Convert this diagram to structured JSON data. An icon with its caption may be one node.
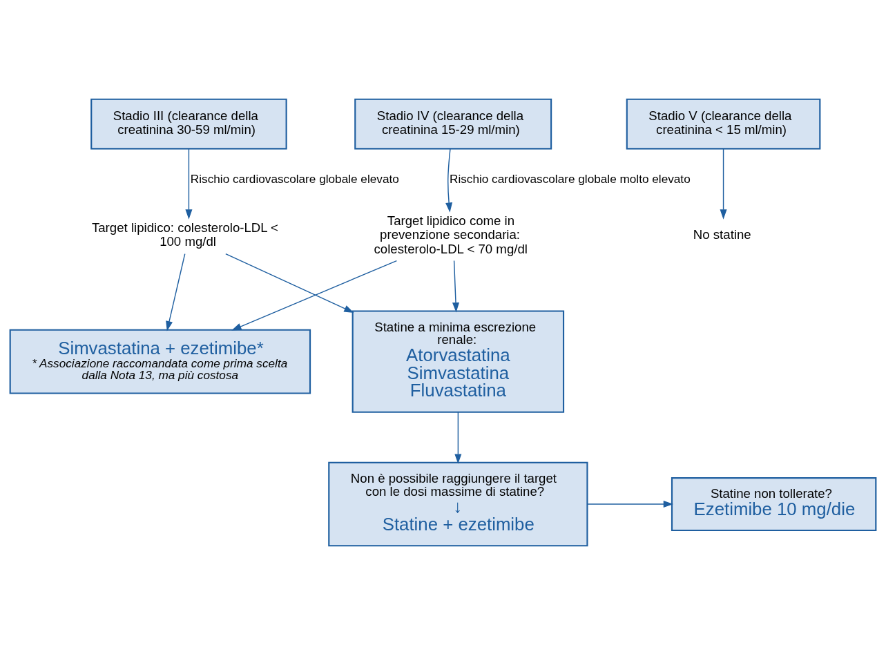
{
  "diagram": {
    "nodes": [
      {
        "text": [
          "Stadio III (clearance della creatinina 30-59 ml/min)"
        ]
      },
      {
        "text": [
          "Stadio IV (clearance della creatinina 15-29 ml/min)"
        ]
      },
      {
        "text": [
          "Stadio V (clearance della creatinina < 15 ml/min)"
        ]
      },
      {
        "text": [
          "Target lipidico: colesterolo-LDL < 100 mg/dl"
        ]
      },
      {
        "text": [
          "Target lipidico come in prevenzione secondaria: colesterolo-LDL < 70 mg/dl"
        ]
      },
      {
        "text": [
          "No statine"
        ]
      },
      {
        "text": [
          "Simvastatina + ezetimibe*",
          "* Associazione raccomandata come prima scelta dalla Nota 13, ma più costosa"
        ]
      },
      {
        "text": [
          "Statine a minima escrezione renale:",
          "Atorvastatina",
          "Simvastatina",
          "Fluvastatina"
        ]
      },
      {
        "text": [
          "Statine non tollerate?",
          "Ezetimibe 10 mg/die"
        ]
      },
      {
        "text": [
          "Non è possibile raggiungere il target con le dosi massime di statine?",
          "↓",
          "Statine + ezetimibe"
        ]
      }
    ],
    "edges": [
      {
        "from": 0,
        "to": 3,
        "arrow": "to",
        "label": "Rischio cardiovascolare globale elevato"
      },
      {
        "from": 1,
        "to": 4,
        "arrow": "to",
        "label": "Rischio cardiovascolare globale molto elevato"
      },
      {
        "from": 2,
        "to": 5,
        "arrow": "to"
      },
      {
        "from": 3,
        "to": 6,
        "arrow": "to"
      },
      {
        "from": 3,
        "to": 7,
        "arrow": "to"
      },
      {
        "from": 4,
        "to": 6,
        "arrow": "to"
      },
      {
        "from": 4,
        "to": 7,
        "arrow": "to"
      },
      {
        "from": 7,
        "to": 9,
        "arrow": "to"
      },
      {
        "from": 9,
        "to": 8,
        "arrow": "to"
      }
    ]
  }
}
